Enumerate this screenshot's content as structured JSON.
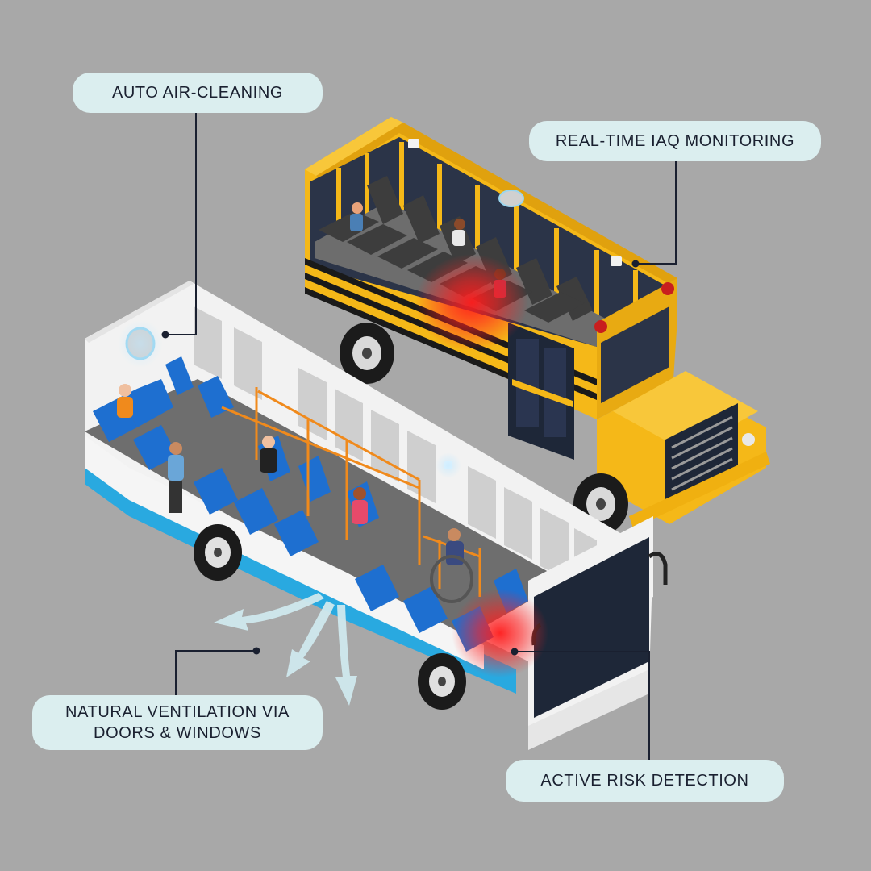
{
  "labels": {
    "auto_air_cleaning": "AUTO AIR-CLEANING",
    "real_time_iaq": "REAL-TIME IAQ MONITORING",
    "natural_ventilation_line1": "NATURAL VENTILATION VIA",
    "natural_ventilation_line2": "DOORS & WINDOWS",
    "active_risk": "ACTIVE RISK DETECTION"
  },
  "colors": {
    "background": "#a8a8a8",
    "label_fill": "#dbeeef",
    "school_bus": "#f5b818",
    "city_bus_body": "#f2f2f2",
    "city_bus_accent": "#29a9e0",
    "seat_blue": "#1e6fd0",
    "seat_dark": "#3d3d3d",
    "risk_glow": "#ff1a1a",
    "leader_line": "#1a2030",
    "airflow_arrow": "#cfe9ee"
  },
  "icons": [
    "air-purifier-icon",
    "iaq-sensor-icon",
    "airflow-arrow-icon",
    "risk-hotspot-icon"
  ]
}
